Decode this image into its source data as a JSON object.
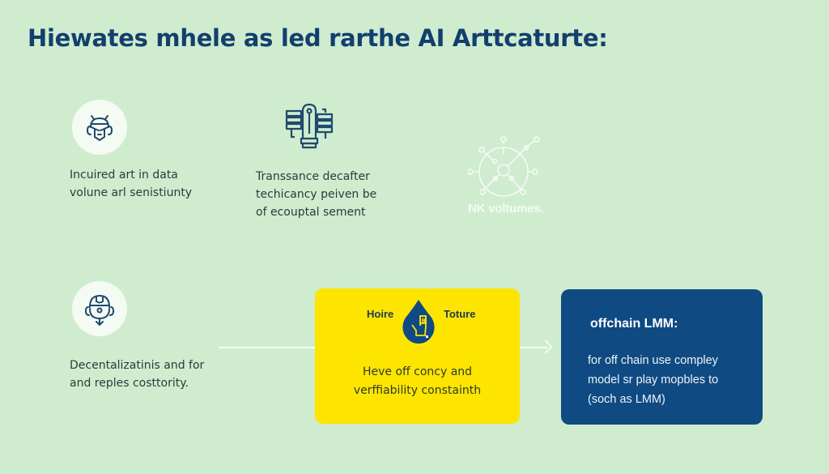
{
  "title": "Hiewates mhele as led rarthe AI Arttcaturte:",
  "colors": {
    "background": "#cfeccf",
    "title": "#123f6e",
    "icon_stroke": "#1f4a6e",
    "yellow_box": "#fde500",
    "blue_box": "#0f4a83",
    "light_icon": "#f4fbf3"
  },
  "top_row": [
    {
      "icon": "robot-head-icon",
      "caption": [
        "Incuired art in data",
        "volune arl senistiunty"
      ]
    },
    {
      "icon": "circuit-chip-icon",
      "caption": [
        "Transsance decafter",
        "techicancy peiven be",
        "of ecouptal sement"
      ]
    },
    {
      "icon": "network-node-icon",
      "label": "NK voltumes."
    }
  ],
  "bottom_row": {
    "left": {
      "icon": "robot-helmet-icon",
      "caption": [
        "Decentalizatinis and for",
        "and reples costtority."
      ]
    },
    "yellow_box": {
      "left_label": "Hoire",
      "right_label": "Toture",
      "icon": "hand-drop-icon",
      "body": [
        "Heve off concy and",
        "verffiability constainth"
      ]
    },
    "blue_box": {
      "heading": "offchain LMM:",
      "body": [
        "for off chain use compley",
        "model sr play mopbles to",
        "(soch as LMM)"
      ]
    }
  }
}
